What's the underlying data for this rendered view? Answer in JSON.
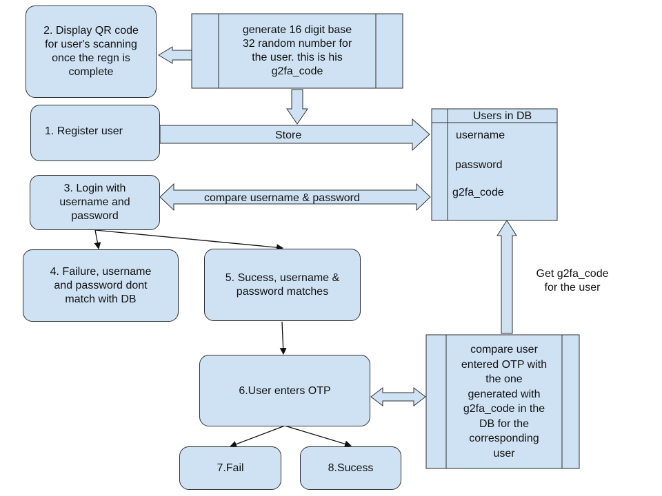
{
  "colors": {
    "box_fill": "#cfe2f3",
    "stroke": "#2e2e2e",
    "background": "#ffffff"
  },
  "nodes": {
    "display_qr": "2. Display QR code\nfor user's scanning\nonce the regn is\ncomplete",
    "generate_code": "generate 16 digit base\n32 random number for\nthe user. this is his\ng2fa_code",
    "register_user": "1. Register user",
    "login": "3. Login with\nusername and\npassword",
    "failure": "4. Failure, username\nand password dont\nmatch with DB",
    "success_login": "5. Sucess, username &\npassword matches",
    "enter_otp": "6.User enters OTP",
    "fail": "7.Fail",
    "success": "8.Sucess",
    "compare_otp": "compare user\nentered OTP with\nthe one\ngenerated  with\ng2fa_code in the\nDB for the\ncorresponding\nuser"
  },
  "db_table": {
    "title": "Users in DB",
    "fields": [
      "username",
      "password",
      "g2fa_code"
    ]
  },
  "edge_labels": {
    "store": "Store",
    "compare_credentials": "compare username & password",
    "get_code": "Get g2fa_code\nfor the user"
  }
}
